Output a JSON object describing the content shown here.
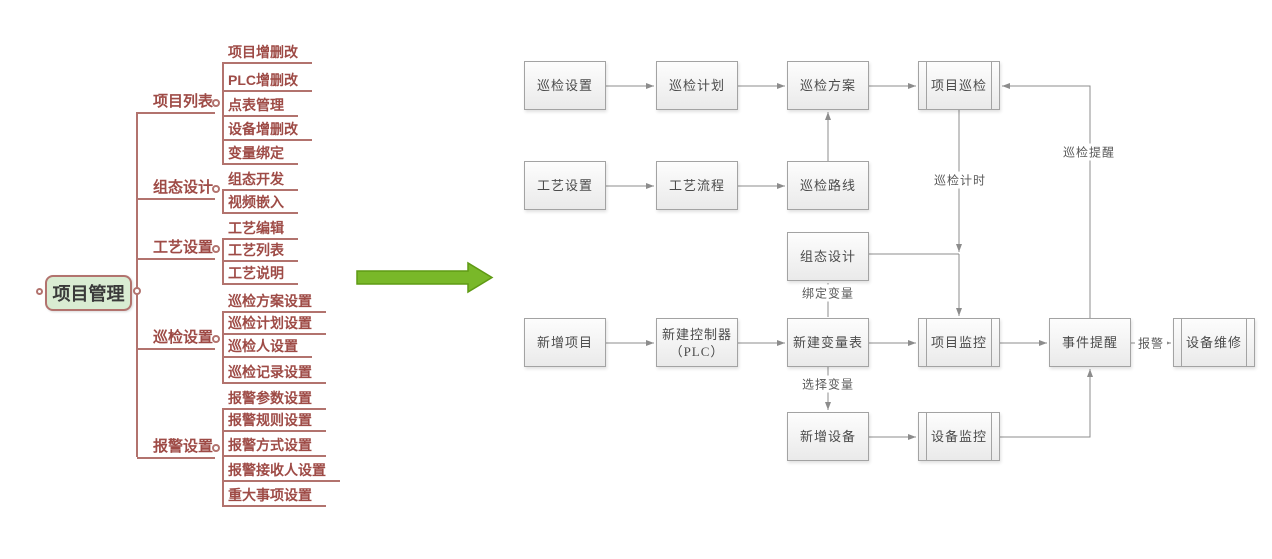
{
  "mindmap": {
    "root": "项目管理",
    "branches": [
      {
        "label": "项目列表",
        "children": [
          "项目增删改",
          "PLC增删改",
          "点表管理",
          "设备增删改",
          "变量绑定"
        ]
      },
      {
        "label": "组态设计",
        "children": [
          "组态开发",
          "视频嵌入"
        ]
      },
      {
        "label": "工艺设置",
        "children": [
          "工艺编辑",
          "工艺列表",
          "工艺说明"
        ]
      },
      {
        "label": "巡检设置",
        "children": [
          "巡检方案设置",
          "巡检计划设置",
          "巡检人设置",
          "巡检记录设置"
        ]
      },
      {
        "label": "报警设置",
        "children": [
          "报警参数设置",
          "报警规则设置",
          "报警方式设置",
          "报警接收人设置",
          "重大事项设置"
        ]
      }
    ]
  },
  "flowchart": {
    "nodes": [
      {
        "label": "巡检设置"
      },
      {
        "label": "巡检计划"
      },
      {
        "label": "巡检方案"
      },
      {
        "label": "项目巡检"
      },
      {
        "label": "工艺设置"
      },
      {
        "label": "工艺流程"
      },
      {
        "label": "巡检路线"
      },
      {
        "label": "组态设计"
      },
      {
        "label": "新增项目"
      },
      {
        "label": "新建控制器\n（PLC）"
      },
      {
        "label": "新建变量表"
      },
      {
        "label": "项目监控"
      },
      {
        "label": "事件提醒"
      },
      {
        "label": "设备维修"
      },
      {
        "label": "新增设备"
      },
      {
        "label": "设备监控"
      }
    ],
    "edge_labels": {
      "timing": "巡检计时",
      "remind": "巡检提醒",
      "bind": "绑定变量",
      "select": "选择变量",
      "alarm": "报警"
    }
  },
  "colors": {
    "mindmap_line": "#b2736e",
    "mindmap_text": "#9e4b46",
    "root_fill": "#d9ecd2",
    "root_border": "#b2736e",
    "root_text": "#3a3a3a",
    "arrow_green": "#79b829",
    "arrow_green_border": "#5f9a14",
    "flow_line": "#8c8c8c",
    "flow_box_border": "#a3a3a3",
    "flow_text": "#4b4b4b"
  }
}
